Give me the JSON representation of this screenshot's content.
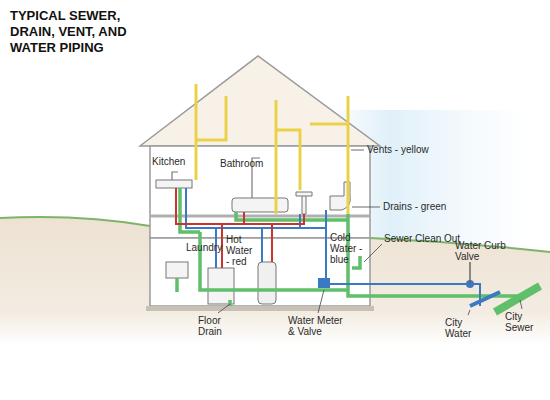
{
  "diagram": {
    "title": "TYPICAL SEWER, DRAIN, VENT, AND WATER PIPING",
    "labels": [
      "Kitchen",
      "Bathroom",
      "Vents - yellow",
      "Drains - green",
      "Hot Water - red",
      "Cold Water - blue",
      "Laundry",
      "Sewer Clean Out",
      "Water Curb Valve",
      "Floor Drain",
      "Water Meter & Valve",
      "City Water",
      "City Sewer"
    ]
  }
}
